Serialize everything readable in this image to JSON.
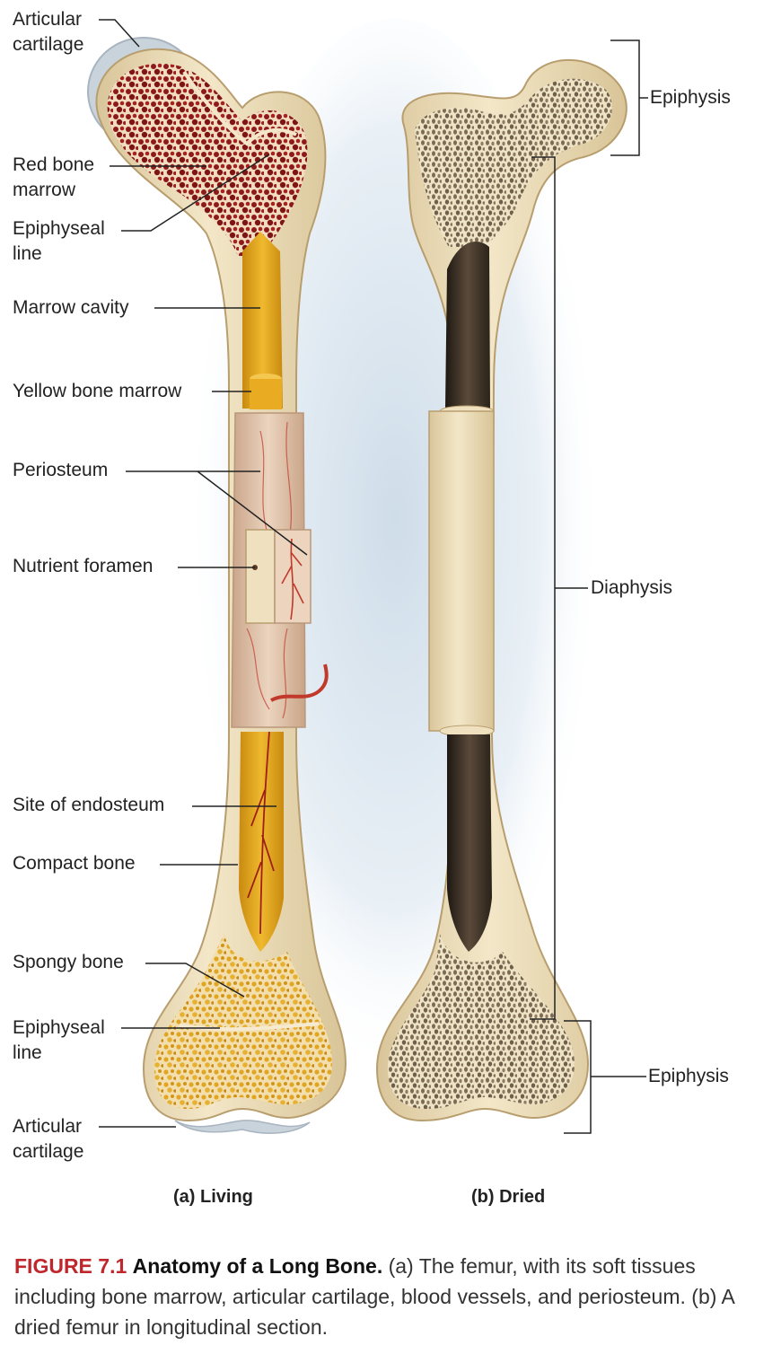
{
  "labels_left": {
    "articular_top": [
      "Articular",
      "cartilage"
    ],
    "red_marrow": [
      "Red bone",
      "marrow"
    ],
    "epiphyseal_top": [
      "Epiphyseal",
      "line"
    ],
    "marrow_cavity": "Marrow cavity",
    "yellow_marrow": "Yellow bone marrow",
    "periosteum": "Periosteum",
    "nutrient_foramen": "Nutrient foramen",
    "endosteum": "Site of endosteum",
    "compact_bone": "Compact bone",
    "spongy_bone": "Spongy bone",
    "epiphyseal_bottom": [
      "Epiphyseal",
      "line"
    ],
    "articular_bottom": [
      "Articular",
      "cartilage"
    ]
  },
  "labels_right": {
    "epiphysis_top": "Epiphysis",
    "diaphysis": "Diaphysis",
    "epiphysis_bottom": "Epiphysis"
  },
  "panels": {
    "living": "(a) Living",
    "dried": "(b) Dried"
  },
  "caption": {
    "number": "FIGURE 7.1",
    "title": "Anatomy of a Long Bone.",
    "text": "(a) The femur, with its soft tissues including bone marrow, articular cartilage, blood vessels, and periosteum. (b) A dried femur in longitudinal section."
  },
  "colors": {
    "cartilage": "#c9d3dc",
    "bone": "#efe1bf",
    "red_marrow": "#8c1a1a",
    "yellow_marrow": "#e2a520",
    "spongy_dried": "#8a7a62",
    "cavity_dried": "#3a2f25",
    "caption_red": "#c0272d"
  }
}
